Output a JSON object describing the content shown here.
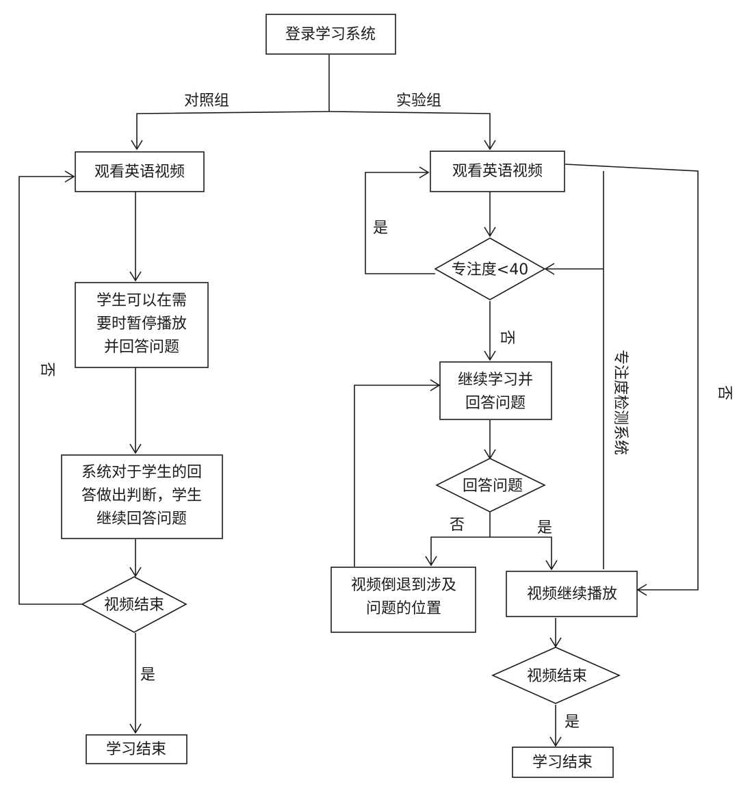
{
  "nodes": {
    "login": "登录学习系统",
    "left_watch": "观看英语视频",
    "left_pause_l1": "学生可以在需",
    "left_pause_l2": "要时暂停播放",
    "left_pause_l3": "并回答问题",
    "left_judge_l1": "系统对于学生的回",
    "left_judge_l2": "答做出判断，学生",
    "left_judge_l3": "继续回答问题",
    "left_video_end": "视频结束",
    "left_study_end": "学习结束",
    "right_watch": "观看英语视频",
    "right_focus": "专注度<40",
    "right_continue_l1": "继续学习并",
    "right_continue_l2": "回答问题",
    "right_answer": "回答问题",
    "right_rewind_l1": "视频倒退到涉及",
    "right_rewind_l2": "问题的位置",
    "right_play": "视频继续播放",
    "right_video_end": "视频结束",
    "right_study_end": "学习结束"
  },
  "labels": {
    "control_group": "对照组",
    "experiment_group": "实验组",
    "left_no": "否",
    "left_yes": "是",
    "right_yes_loop": "是",
    "right_no_focus": "否",
    "answer_no": "否",
    "answer_yes": "是",
    "focus_system_chars": [
      "专",
      "注",
      "度",
      "检",
      "测",
      "系",
      "统"
    ],
    "far_right_no": "否",
    "right_end_yes": "是"
  }
}
